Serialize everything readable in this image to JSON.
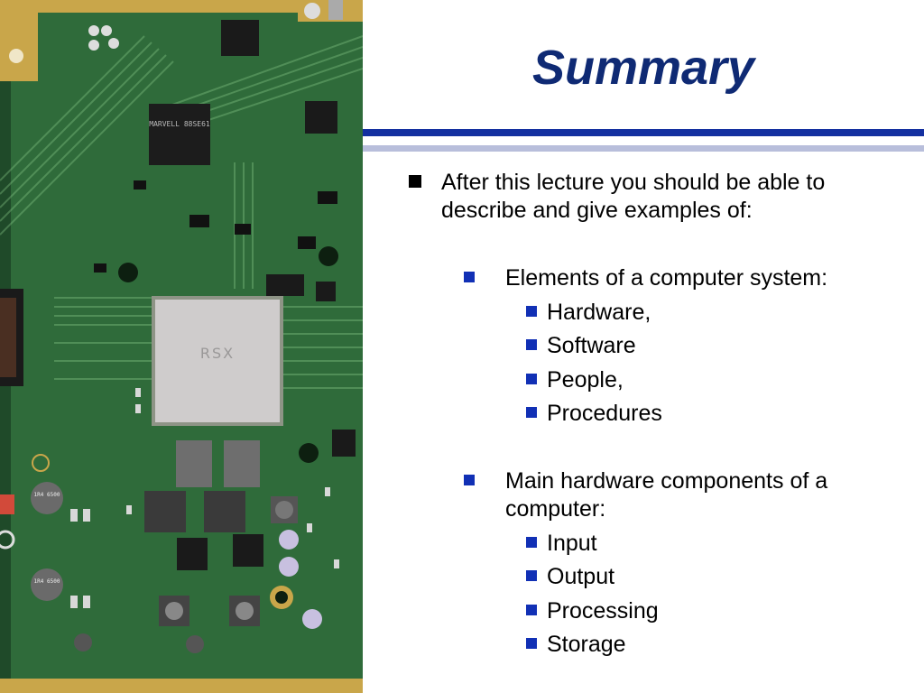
{
  "slide": {
    "title": "Summary",
    "intro": {
      "line1": "After this lecture you should be able to",
      "line2": "describe and give examples of:"
    },
    "sections": [
      {
        "line1": "Elements of a computer system:",
        "items": [
          "Hardware,",
          "Software",
          "People,",
          "Procedures"
        ]
      },
      {
        "line1": "Main hardware components of a",
        "line2": "computer:",
        "items": [
          "Input",
          "Output",
          "Processing",
          "Storage"
        ]
      }
    ]
  },
  "photo": {
    "chip_marks": {
      "main_chip": "RSX",
      "controller": "MARVELL 88SE61",
      "inductor_a": "1R4 6500",
      "inductor_b": "1R4 6500"
    },
    "colors": {
      "board": "#2f6b3a",
      "board_dark": "#1f4a29",
      "gold": "#c9a64a",
      "heatspreader": "#cfcccc",
      "title": "#0f2a74",
      "rule": "#1430a0",
      "rule_light": "#b8bedb",
      "bullet": "#1130b5"
    }
  }
}
